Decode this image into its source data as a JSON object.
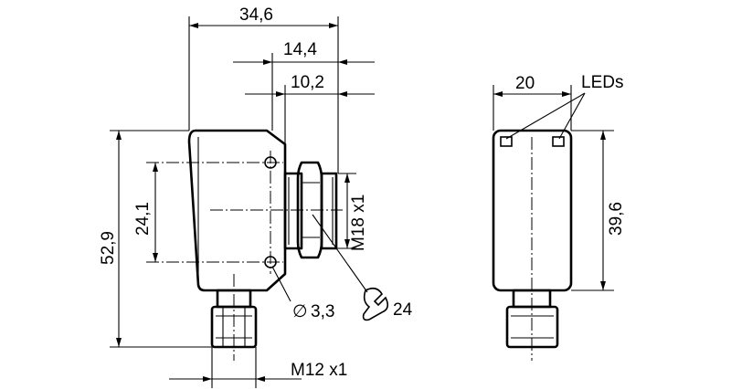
{
  "drawing": {
    "front_view": {
      "overall_width": "34,6",
      "thread_section_width": "14,4",
      "thread_length": "10,2",
      "overall_height": "52,9",
      "hole_spacing": "24,1",
      "mount_thread": "M18 x1",
      "hole_diameter": "3,3",
      "diameter_symbol": "∅",
      "wrench_size": "24",
      "connector_thread": "M12 x1"
    },
    "side_view": {
      "width": "20",
      "height": "39,6",
      "led_label": "LEDs"
    }
  }
}
